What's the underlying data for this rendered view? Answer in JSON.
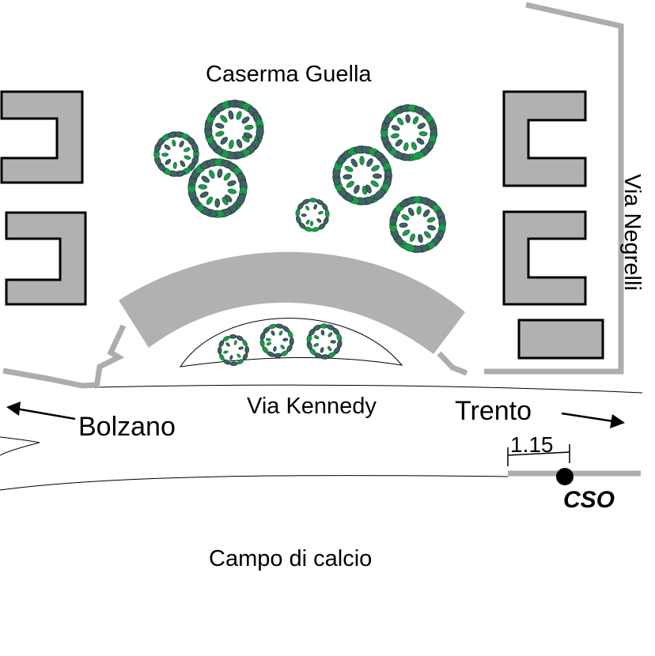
{
  "labels": {
    "caserma": "Caserma Guella",
    "via_negrelli": "Via Negrelli",
    "via_kennedy": "Via Kennedy",
    "bolzano": "Bolzano",
    "trento": "Trento",
    "distance": "1.15",
    "cso": "CSO",
    "campo": "Campo di calcio"
  },
  "colors": {
    "building_fill": "#b1b1b1",
    "wall": "#adadad",
    "tree_leaf": "#3f6364",
    "tree_highlight": "#1d9a4b"
  }
}
